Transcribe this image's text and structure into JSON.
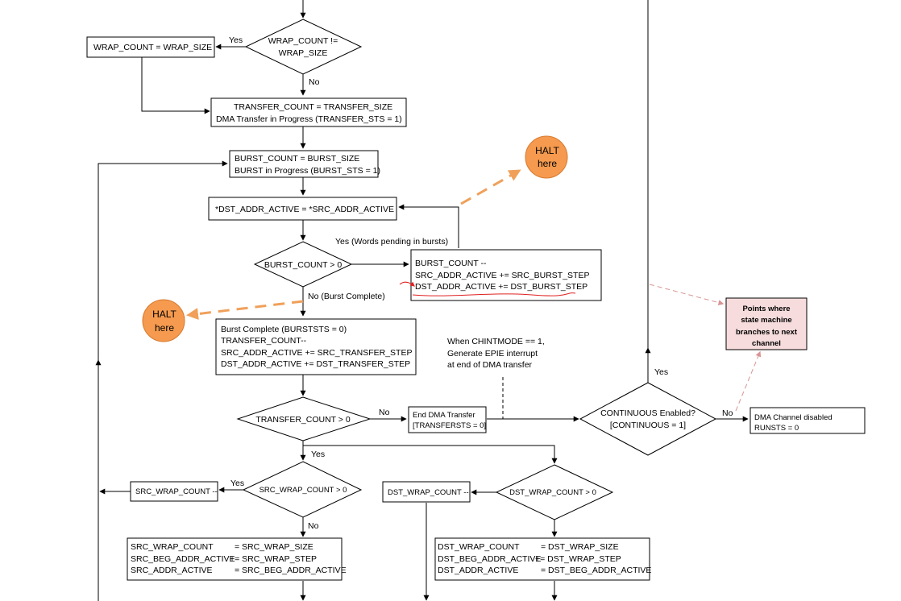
{
  "colors": {
    "line": "#000000",
    "halt_fill": "#f59a4e",
    "halt_arrow": "#f0a05a",
    "callout_fill": "#f6dcdc",
    "callout_arrow": "#d99494",
    "annotation_red": "#e02020"
  },
  "boxes": {
    "wrap_count_set": [
      "WRAP_COUNT = WRAP_SIZE"
    ],
    "transfer_init": [
      "TRANSFER_COUNT  =  TRANSFER_SIZE",
      "DMA Transfer in Progress (TRANSFER_STS = 1)"
    ],
    "burst_init": [
      "BURST_COUNT = BURST_SIZE",
      "BURST in Progress (BURST_STS = 1)"
    ],
    "copy_word": [
      "*DST_ADDR_ACTIVE = *SRC_ADDR_ACTIVE"
    ],
    "burst_step": [
      "BURST_COUNT --",
      "SRC_ADDR_ACTIVE += SRC_BURST_STEP",
      "DST_ADDR_ACTIVE += DST_BURST_STEP"
    ],
    "burst_complete": [
      "Burst Complete (BURSTSTS = 0)",
      "TRANSFER_COUNT--",
      "SRC_ADDR_ACTIVE += SRC_TRANSFER_STEP",
      "DST_ADDR_ACTIVE += DST_TRANSFER_STEP"
    ],
    "end_transfer": [
      "End DMA Transfer",
      "[TRANSFERSTS = 0]"
    ],
    "channel_disabled": [
      "DMA Channel disabled",
      "RUNSTS = 0"
    ],
    "src_wrap_dec": [
      "SRC_WRAP_COUNT --"
    ],
    "dst_wrap_dec": [
      "DST_WRAP_COUNT --"
    ],
    "src_wrap_reset": [
      [
        "SRC_WRAP_COUNT",
        "= SRC_WRAP_SIZE"
      ],
      [
        "SRC_BEG_ADDR_ACTIVE",
        "+= SRC_WRAP_STEP"
      ],
      [
        "SRC_ADDR_ACTIVE",
        "= SRC_BEG_ADDR_ACTIVE"
      ]
    ],
    "dst_wrap_reset": [
      [
        "DST_WRAP_COUNT",
        "= DST_WRAP_SIZE"
      ],
      [
        "DST_BEG_ADDR_ACTIVE",
        "+= DST_WRAP_STEP"
      ],
      [
        "DST_ADDR_ACTIVE",
        "= DST_BEG_ADDR_ACTIVE"
      ]
    ]
  },
  "decisions": {
    "wrap_check": [
      "WRAP_COUNT !=",
      "WRAP_SIZE"
    ],
    "burst_check": [
      "BURST_COUNT > 0"
    ],
    "transfer_check": [
      "TRANSFER_COUNT > 0"
    ],
    "continuous_check": [
      "CONTINUOUS Enabled?",
      "[CONTINUOUS = 1]"
    ],
    "src_wrap_check": [
      "SRC_WRAP_COUNT > 0"
    ],
    "dst_wrap_check": [
      "DST_WRAP_COUNT > 0"
    ]
  },
  "edge_labels": {
    "wrap_yes": "Yes",
    "wrap_no": "No",
    "burst_yes": "Yes (Words pending in bursts)",
    "burst_no": "No (Burst Complete)",
    "transfer_no": "No",
    "transfer_yes": "Yes",
    "continuous_yes": "Yes",
    "continuous_no": "No",
    "src_wrap_yes": "Yes",
    "src_wrap_no": "No"
  },
  "annotations": {
    "interrupt_note": [
      "When CHINTMODE == 1,",
      "Generate EPIE interrupt",
      "at end of DMA transfer"
    ],
    "halt_label": [
      "HALT",
      "here"
    ],
    "branch_callout": [
      "Points where",
      "state machine",
      "branches to next",
      "channel"
    ]
  }
}
